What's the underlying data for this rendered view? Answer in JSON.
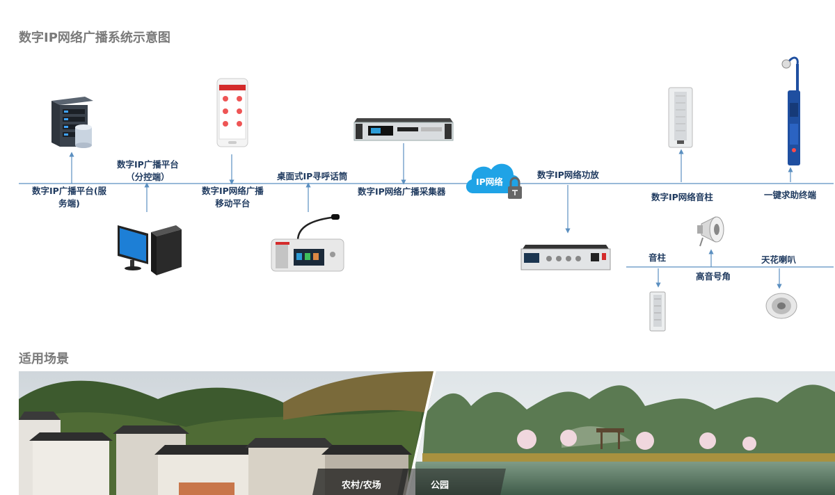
{
  "section_title": "数字IP网络广播系统示意图",
  "scenes_title": "适用场景",
  "nodes": {
    "server_label_1": "数字IP广播平台(服",
    "server_label_2": "务端)",
    "subctrl_label_1": "数字IP广播平台",
    "subctrl_label_2": "（分控端）",
    "mobile_label_1": "数字IP网络广播",
    "mobile_label_2": "移动平台",
    "desk_label": "桌面式IP寻呼话筒",
    "collector_label": "数字IP网络广播采集器",
    "cloud_label": "IP网络",
    "amp_label": "数字IP网络功放",
    "column_label": "数字IP网络音柱",
    "help_label": "一键求助终端",
    "speaker_col_label": "音柱",
    "horn_label": "高音号角",
    "ceiling_label": "天花喇叭"
  },
  "scenes": {
    "scene1": "农村/农场",
    "scene2": "公园"
  },
  "colors": {
    "line": "#5b8fc0",
    "label": "#1f3a5f",
    "cloud": "#1fa3e6"
  }
}
